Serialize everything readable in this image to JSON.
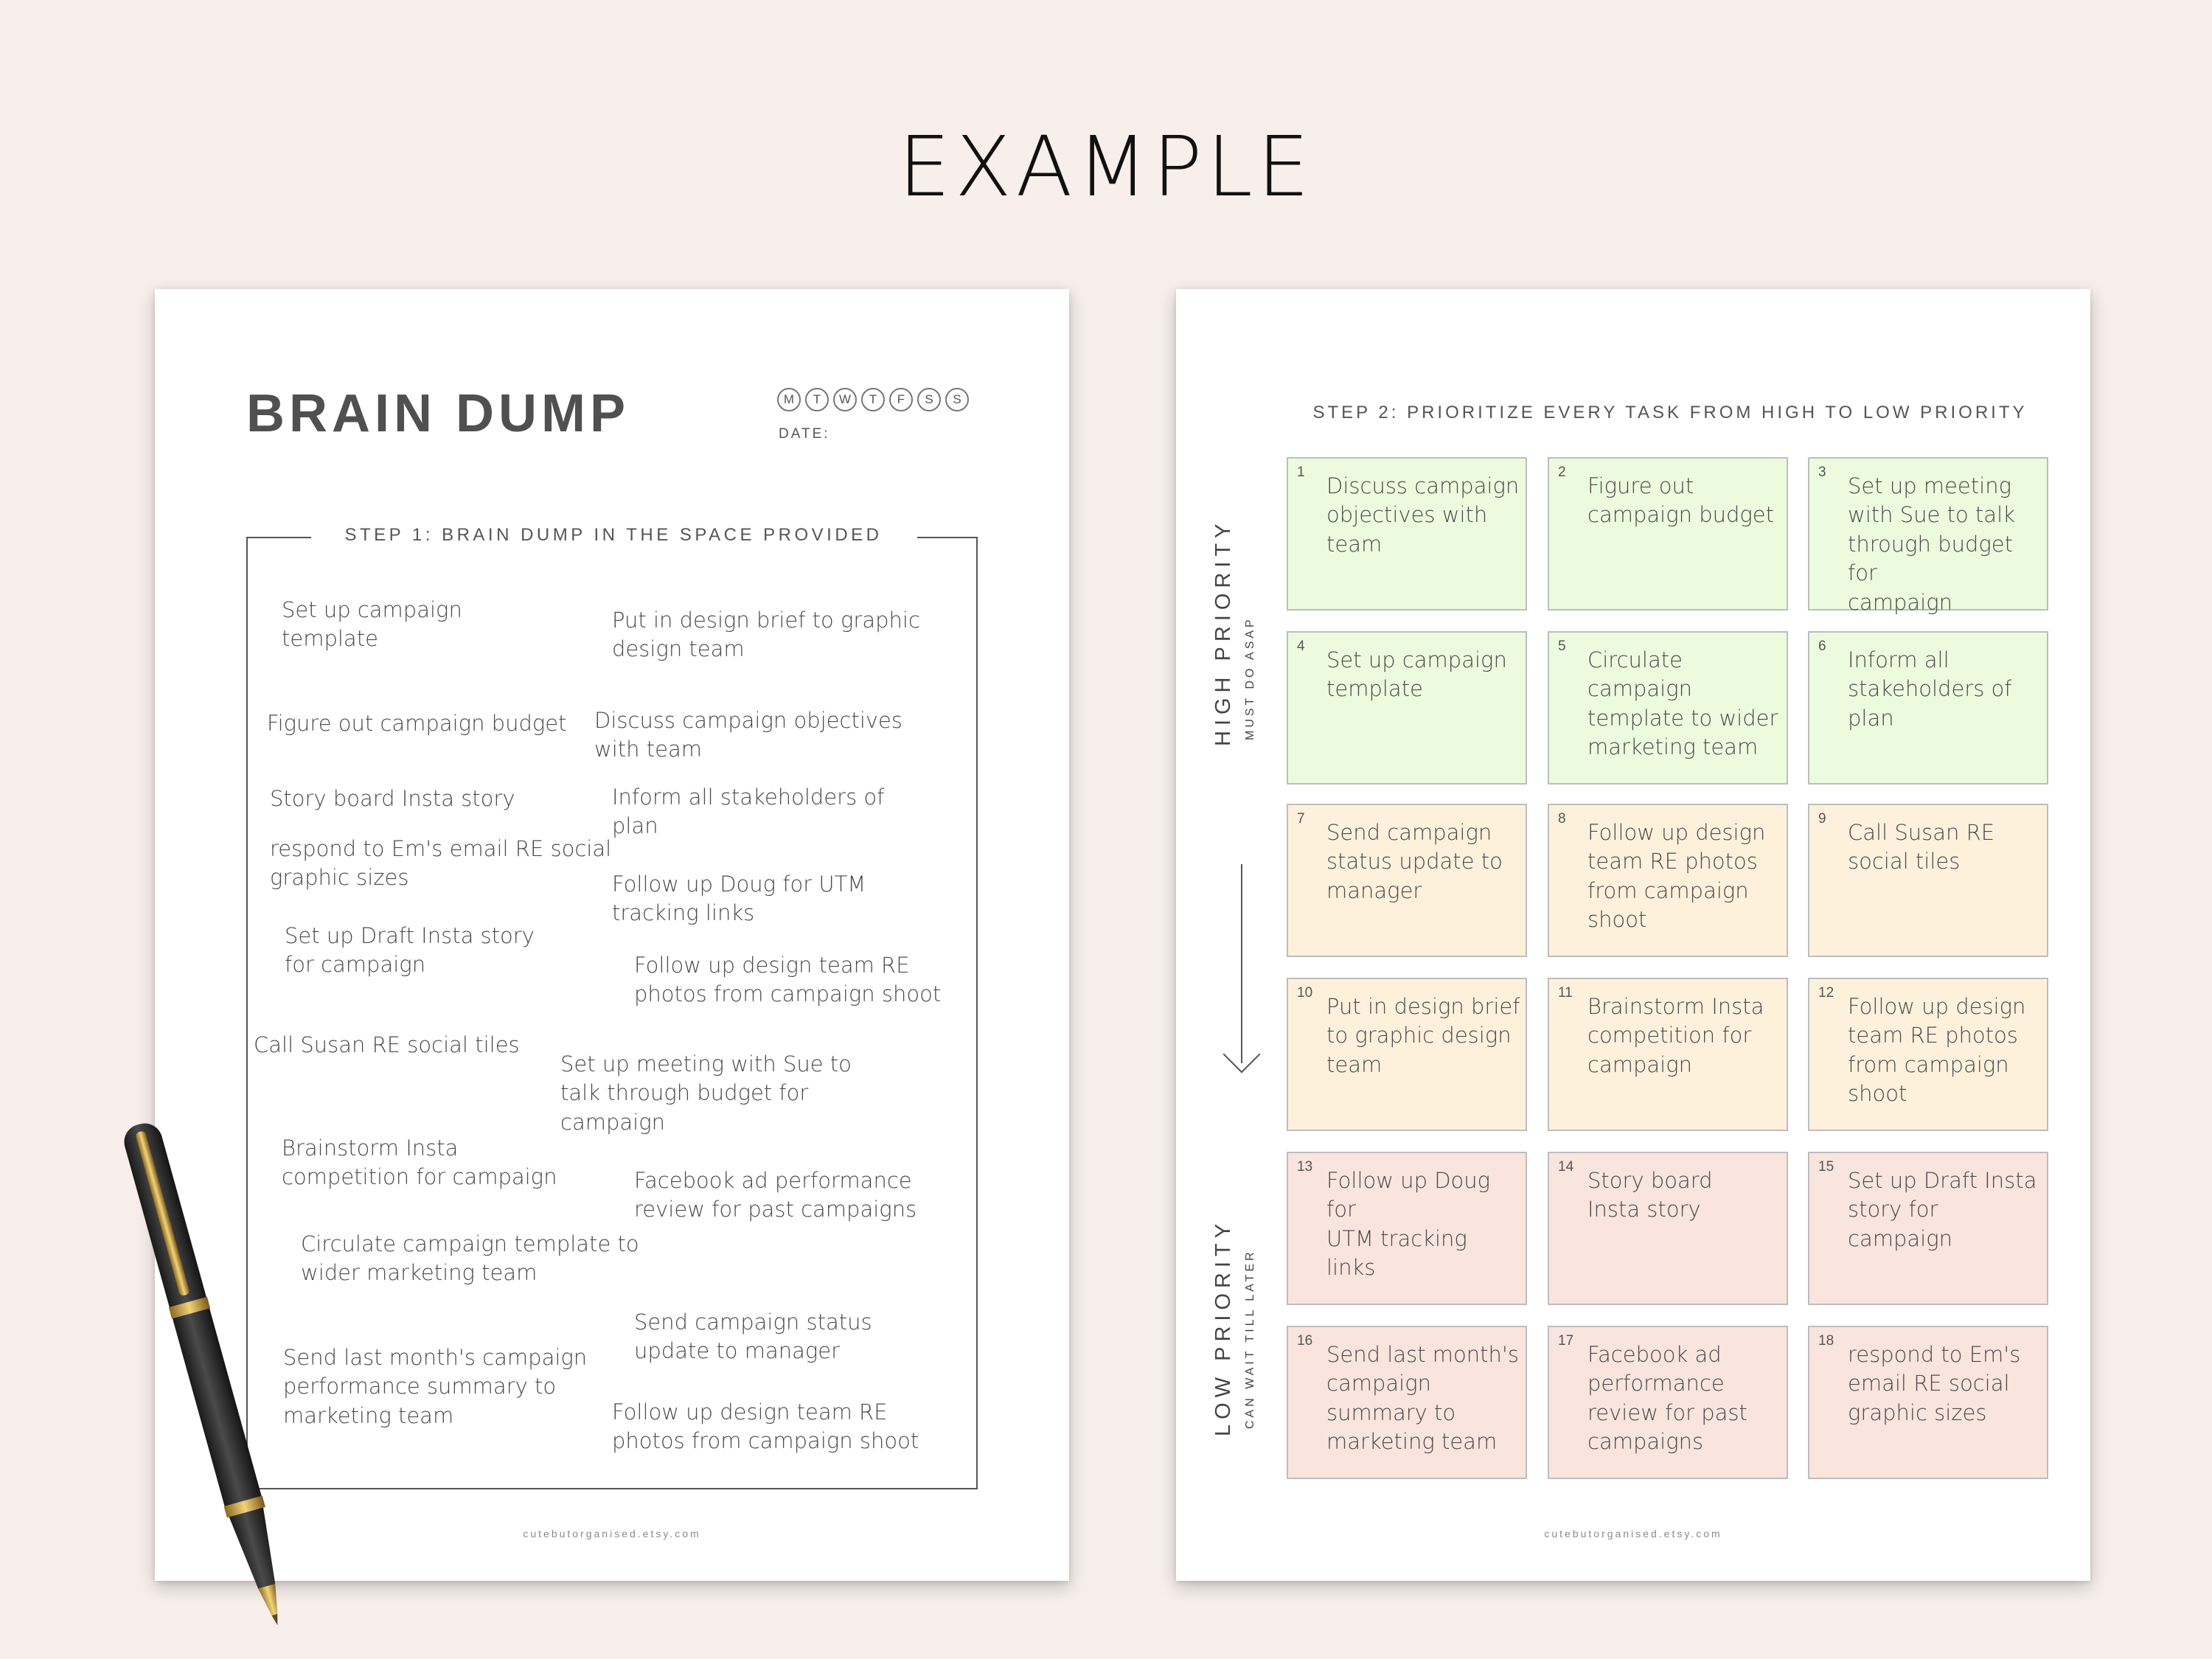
{
  "title": "EXAMPLE",
  "left_page": {
    "title": "BRAIN DUMP",
    "days": [
      "M",
      "T",
      "W",
      "T",
      "F",
      "S",
      "S"
    ],
    "date_label": "DATE:",
    "step_label": "STEP 1: BRAIN DUMP IN THE SPACE PROVIDED",
    "items": [
      "Set up campaign\ntemplate",
      "Put in design brief to graphic\ndesign team",
      "Figure out campaign budget",
      "Discuss campaign objectives\nwith team",
      "Story board Insta story",
      "Inform all stakeholders of\nplan",
      "respond to Em's email RE social\ngraphic sizes",
      "Follow up Doug for UTM\ntracking links",
      "Set up Draft Insta story\nfor campaign",
      "Follow up design team RE\nphotos from campaign shoot",
      "Call Susan RE social tiles",
      "Set up meeting with Sue to\ntalk through budget for\ncampaign",
      "Brainstorm Insta\ncompetition for campaign",
      "Facebook ad performance\nreview for past campaigns",
      "Circulate campaign template to\nwider marketing team",
      "Send campaign status\nupdate to manager",
      "Send last month's campaign\nperformance summary to\nmarketing team",
      "Follow up design team RE\nphotos from campaign shoot"
    ],
    "footer": "cutebutorganised.etsy.com"
  },
  "right_page": {
    "step_label": "STEP 2: PRIORITIZE EVERY TASK FROM HIGH TO LOW PRIORITY",
    "high_label": "HIGH PRIORITY",
    "high_sub": "MUST DO ASAP",
    "low_label": "LOW PRIORITY",
    "low_sub": "CAN WAIT TILL LATER",
    "tasks": [
      {
        "num": "1",
        "text": "Discuss campaign\nobjectives with\nteam",
        "color": "#ecfbdd"
      },
      {
        "num": "2",
        "text": "Figure out\ncampaign budget",
        "color": "#ecfbdd"
      },
      {
        "num": "3",
        "text": "Set up meeting\nwith Sue to talk\nthrough budget for\ncampaign",
        "color": "#ecfbdd"
      },
      {
        "num": "4",
        "text": "Set up campaign\ntemplate",
        "color": "#ecfbdd"
      },
      {
        "num": "5",
        "text": "Circulate campaign\ntemplate to wider\nmarketing team",
        "color": "#ecfbdd"
      },
      {
        "num": "6",
        "text": "Inform all\nstakeholders of\nplan",
        "color": "#ecfbdd"
      },
      {
        "num": "7",
        "text": "Send campaign\nstatus update to\nmanager",
        "color": "#fef1dc"
      },
      {
        "num": "8",
        "text": "Follow up design\nteam RE photos\nfrom campaign\nshoot",
        "color": "#fef1dc"
      },
      {
        "num": "9",
        "text": "Call Susan RE\nsocial tiles",
        "color": "#fef1dc"
      },
      {
        "num": "10",
        "text": "Put in design brief\nto graphic design\nteam",
        "color": "#fef1dc"
      },
      {
        "num": "11",
        "text": "Brainstorm Insta\ncompetition for\ncampaign",
        "color": "#fef1dc"
      },
      {
        "num": "12",
        "text": "Follow up design\nteam RE photos\nfrom campaign\nshoot",
        "color": "#fef1dc"
      },
      {
        "num": "13",
        "text": "Follow up Doug for\nUTM tracking links",
        "color": "#f9e4de"
      },
      {
        "num": "14",
        "text": "Story board\nInsta story",
        "color": "#f9e4de"
      },
      {
        "num": "15",
        "text": "Set up Draft Insta\nstory for\ncampaign",
        "color": "#f9e4de"
      },
      {
        "num": "16",
        "text": "Send last month's\ncampaign\nsummary to\nmarketing team",
        "color": "#f9e4de"
      },
      {
        "num": "17",
        "text": "Facebook ad\nperformance\nreview for past\ncampaigns",
        "color": "#f9e4de"
      },
      {
        "num": "18",
        "text": "respond to Em's\nemail RE social\ngraphic sizes",
        "color": "#f9e4de"
      }
    ],
    "footer": "cutebutorganised.etsy.com"
  },
  "decor": {
    "pen": "pen-icon"
  }
}
